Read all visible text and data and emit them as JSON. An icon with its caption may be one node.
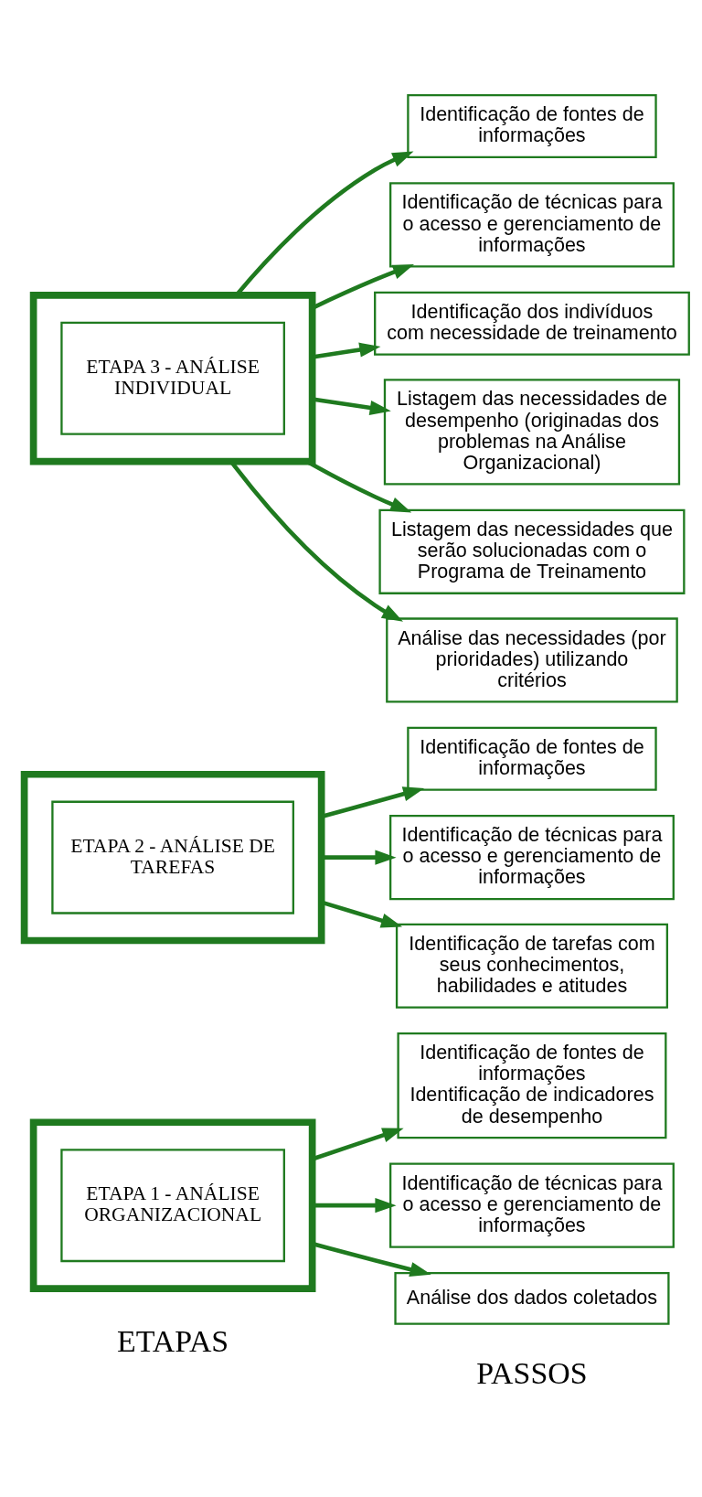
{
  "diagram": {
    "nodes": [
      {
        "text": [],
        "shape": "pentagon"
      },
      {
        "text": [
          "ETAPA 1 - ANÁLISE ORGANIZACIONAL"
        ],
        "in": 0
      },
      {
        "text": [
          "Identificação de fontes de informações",
          "Identificação de indicadores de desempenho"
        ]
      },
      {
        "text": [
          "Identificação de técnicas para o acesso e gerenciamento de informações"
        ]
      },
      {
        "text": [
          "Análise dos dados coletados"
        ]
      },
      {
        "text": [],
        "shape": "pentagon"
      },
      {
        "text": [
          "ETAPA 2 - ANÁLISE DE TAREFAS"
        ],
        "in": 5
      },
      {
        "text": [
          "Identificação de fontes de informações"
        ]
      },
      {
        "text": [
          "Identificação de técnicas para o acesso e gerenciamento de informações"
        ]
      },
      {
        "text": [
          "Identificação de tarefas com seus conhecimentos, habilidades e atitudes"
        ]
      },
      {
        "text": [],
        "shape": "pentagon"
      },
      {
        "text": [
          "ETAPA 3 - ANÁLISE INDIVIDUAL"
        ],
        "in": 10
      },
      {
        "text": [
          "Identificação de fontes de informações"
        ]
      },
      {
        "text": [
          "Identificação de técnicas para o acesso e gerenciamento de informações"
        ]
      },
      {
        "text": [
          "Identificação dos indivíduos com necessidade de treinamento"
        ]
      },
      {
        "text": [
          "Listagem das necessidades de desempenho (originadas dos problemas na Análise Organizacional)"
        ]
      },
      {
        "text": [
          "Listagem das necessidades que serão solucionadas com o Programa de Treinamento"
        ]
      },
      {
        "text": [
          "Análise das necessidades (por prioridades) utilizando critérios"
        ]
      }
    ],
    "edges": [
      {
        "from": 0,
        "to": 2,
        "arrow": "to"
      },
      {
        "from": 0,
        "to": 3,
        "arrow": "to"
      },
      {
        "from": 0,
        "to": 4,
        "arrow": "to"
      },
      {
        "from": 5,
        "to": 7,
        "arrow": "to"
      },
      {
        "from": 5,
        "to": 8,
        "arrow": "to"
      },
      {
        "from": 5,
        "to": 9,
        "arrow": "to"
      },
      {
        "from": 10,
        "to": 12,
        "arrow": "to"
      },
      {
        "from": 10,
        "to": 13,
        "arrow": "to"
      },
      {
        "from": 10,
        "to": 14,
        "arrow": "to"
      },
      {
        "from": 10,
        "to": 15,
        "arrow": "to"
      },
      {
        "from": 10,
        "to": 16,
        "arrow": "to"
      },
      {
        "from": 10,
        "to": 17,
        "arrow": "to"
      }
    ],
    "labels": [
      "ETAPAS",
      "PASSOS"
    ]
  }
}
